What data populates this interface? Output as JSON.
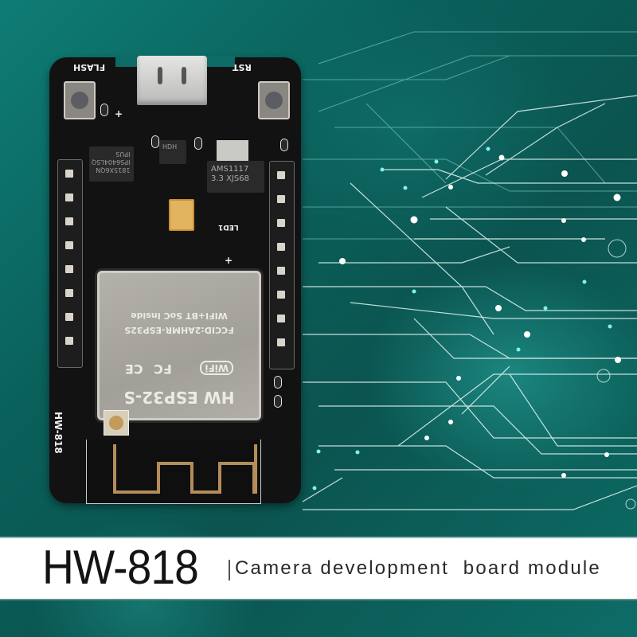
{
  "banner": {
    "title": "HW-818",
    "subtitle": "Camera development  board module"
  },
  "board": {
    "silkscreen": {
      "flash_label": "FLASH",
      "rst_label": "RST",
      "model_label": "HW-818",
      "led_label": "LED1",
      "plus_1": "+",
      "plus_2": "+"
    },
    "buttons": [
      {
        "name": "FLASH"
      },
      {
        "name": "RST"
      }
    ],
    "chips": {
      "regulator_line1": "AMS1117",
      "regulator_line2": "3.3  XJS68",
      "psram_line1": "IPUS",
      "psram_line2": "IPS6404LSQ",
      "psram_line3": "1815X6QN",
      "usb_chip": "HDH"
    },
    "module": {
      "line1": "WIFI+BT SoC Inside",
      "line2": "FCCID:2AHMR-ESP32S",
      "logos": "Wi Fi   FC  CE",
      "model": "HW  ESP32-S"
    }
  },
  "colors": {
    "background_teal": "#0b5b56",
    "circuit_line": "#bfe9e4",
    "board_black": "#121212",
    "banner_white": "#ffffff",
    "title_text": "#141414"
  },
  "icons": [
    "circuit-pattern",
    "wifi-logo",
    "fcc-logo",
    "ce-logo"
  ]
}
